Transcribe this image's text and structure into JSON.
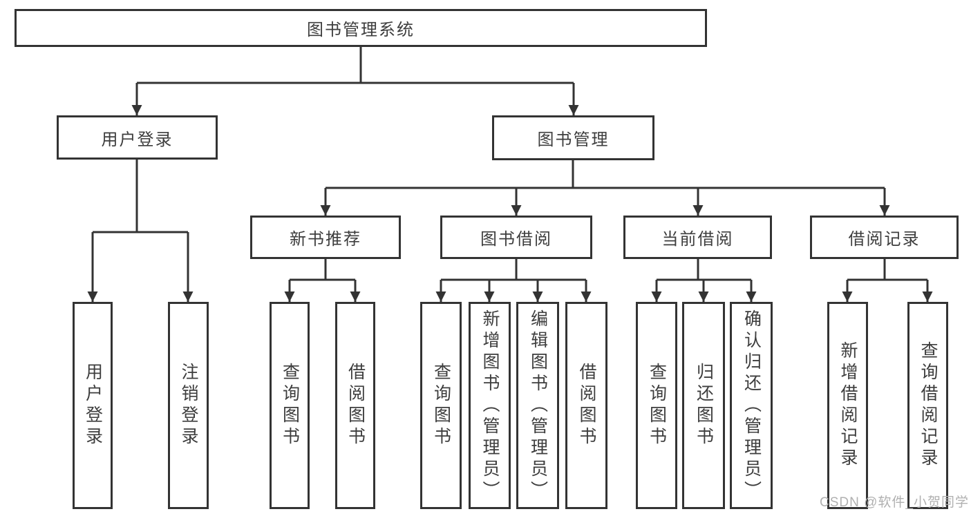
{
  "diagram": {
    "root": "图书管理系统",
    "user_login": {
      "label": "用户登录",
      "children": [
        "用户登录",
        "注销登录"
      ]
    },
    "book_mgmt": {
      "label": "图书管理",
      "sections": [
        {
          "label": "新书推荐",
          "children": [
            "查询图书",
            "借阅图书"
          ]
        },
        {
          "label": "图书借阅",
          "children": [
            "查询图书",
            "新增图书（管理员）",
            "编辑图书（管理员）",
            "借阅图书"
          ]
        },
        {
          "label": "当前借阅",
          "children": [
            "查询图书",
            "归还图书",
            "确认归还（管理员）"
          ]
        },
        {
          "label": "借阅记录",
          "children": [
            "新增借阅记录",
            "查询借阅记录"
          ]
        }
      ]
    }
  },
  "watermark": "CSDN @软件_小贺同学",
  "colors": {
    "line": "#333333",
    "text": "#3d3d3d",
    "box_fill": "#ffffff",
    "bg": "#ffffff",
    "watermark": "#b0b0b0"
  }
}
